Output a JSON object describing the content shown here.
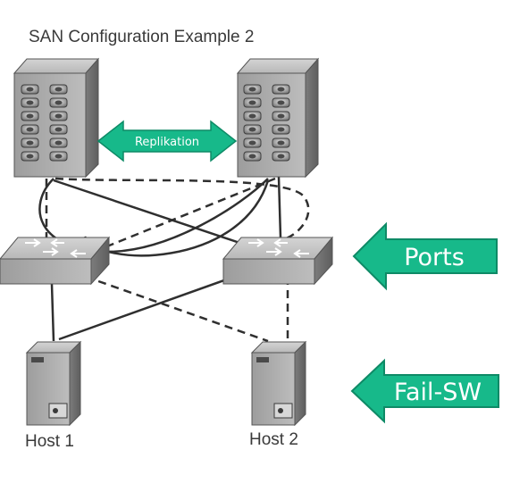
{
  "title": "SAN Configuration Example 2",
  "replication_label": "Replikation",
  "callouts": {
    "ports": "Ports",
    "failover": "Fail-SW"
  },
  "hosts": [
    {
      "label": "Host 1"
    },
    {
      "label": "Host 2"
    }
  ],
  "colors": {
    "callout_fill": "#17b98a",
    "callout_stroke": "#0e8a66",
    "device_body": "#a9a9a9",
    "device_dark": "#6f6f6f",
    "link_line": "#2f2f2f",
    "text": "#3a3a3a"
  }
}
